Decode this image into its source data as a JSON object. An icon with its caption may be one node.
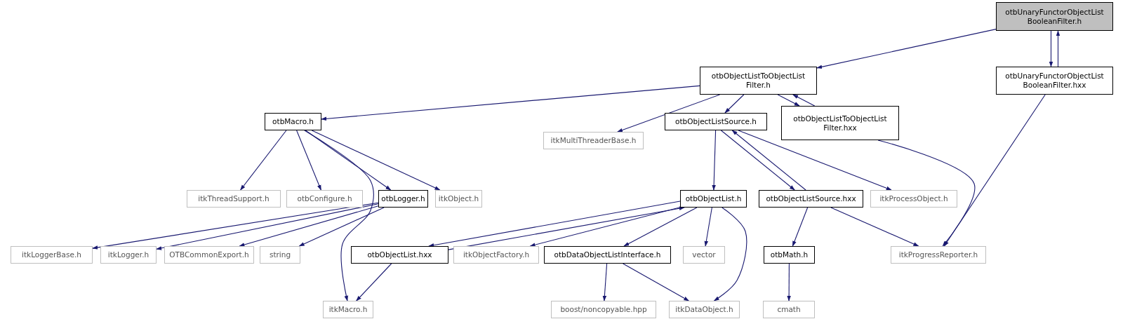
{
  "diagram": {
    "nodes": [
      {
        "text": [
          "otbUnaryFunctorObjectList BooleanFilter.h"
        ]
      },
      {
        "text": [
          "otbObjectListToObjectList Filter.h"
        ]
      },
      {
        "text": [
          "otbUnaryFunctorObjectList BooleanFilter.hxx"
        ]
      },
      {
        "text": [
          "otbMacro.h"
        ]
      },
      {
        "text": [
          "itkMultiThreaderBase.h"
        ]
      },
      {
        "text": [
          "otbObjectListSource.h"
        ]
      },
      {
        "text": [
          "otbObjectListToObjectList Filter.hxx"
        ]
      },
      {
        "text": [
          "itkThreadSupport.h"
        ]
      },
      {
        "text": [
          "otbConfigure.h"
        ]
      },
      {
        "text": [
          "otbLogger.h"
        ]
      },
      {
        "text": [
          "itkObject.h"
        ]
      },
      {
        "text": [
          "itkLoggerBase.h"
        ]
      },
      {
        "text": [
          "itkLogger.h"
        ]
      },
      {
        "text": [
          "OTBCommonExport.h"
        ]
      },
      {
        "text": [
          "string"
        ]
      },
      {
        "text": [
          "otbObjectList.h"
        ]
      },
      {
        "text": [
          "otbObjectListSource.hxx"
        ]
      },
      {
        "text": [
          "itkProcessObject.h"
        ]
      },
      {
        "text": [
          "otbObjectList.hxx"
        ]
      },
      {
        "text": [
          "itkObjectFactory.h"
        ]
      },
      {
        "text": [
          "otbDataObjectListInterface.h"
        ]
      },
      {
        "text": [
          "vector"
        ]
      },
      {
        "text": [
          "otbMath.h"
        ]
      },
      {
        "text": [
          "itkProgressReporter.h"
        ]
      },
      {
        "text": [
          "itkMacro.h"
        ]
      },
      {
        "text": [
          "boost/noncopyable.hpp"
        ]
      },
      {
        "text": [
          "itkDataObject.h"
        ]
      },
      {
        "text": [
          "cmath"
        ]
      }
    ],
    "edges": [
      {
        "from": 0,
        "to": 1,
        "arrow": "to"
      },
      {
        "from": 0,
        "to": 2,
        "arrow": "to"
      },
      {
        "from": 2,
        "to": 0,
        "arrow": "to"
      },
      {
        "from": 1,
        "to": 3,
        "arrow": "to"
      },
      {
        "from": 1,
        "to": 4,
        "arrow": "to"
      },
      {
        "from": 1,
        "to": 5,
        "arrow": "to"
      },
      {
        "from": 1,
        "to": 6,
        "arrow": "to"
      },
      {
        "from": 6,
        "to": 1,
        "arrow": "to"
      },
      {
        "from": 3,
        "to": 7,
        "arrow": "to"
      },
      {
        "from": 3,
        "to": 8,
        "arrow": "to"
      },
      {
        "from": 3,
        "to": 9,
        "arrow": "to"
      },
      {
        "from": 3,
        "to": 10,
        "arrow": "to"
      },
      {
        "from": 3,
        "to": 24,
        "arrow": "to"
      },
      {
        "from": 9,
        "to": 11,
        "arrow": "to"
      },
      {
        "from": 9,
        "to": 12,
        "arrow": "to"
      },
      {
        "from": 9,
        "to": 13,
        "arrow": "to"
      },
      {
        "from": 9,
        "to": 14,
        "arrow": "to"
      },
      {
        "from": 5,
        "to": 15,
        "arrow": "to"
      },
      {
        "from": 5,
        "to": 16,
        "arrow": "to"
      },
      {
        "from": 16,
        "to": 5,
        "arrow": "to"
      },
      {
        "from": 5,
        "to": 17,
        "arrow": "to"
      },
      {
        "from": 6,
        "to": 23,
        "arrow": "to"
      },
      {
        "from": 2,
        "to": 23,
        "arrow": "to"
      },
      {
        "from": 15,
        "to": 18,
        "arrow": "to"
      },
      {
        "from": 18,
        "to": 15,
        "arrow": "to"
      },
      {
        "from": 15,
        "to": 19,
        "arrow": "to"
      },
      {
        "from": 15,
        "to": 20,
        "arrow": "to"
      },
      {
        "from": 15,
        "to": 21,
        "arrow": "to"
      },
      {
        "from": 15,
        "to": 26,
        "arrow": "to"
      },
      {
        "from": 16,
        "to": 22,
        "arrow": "to"
      },
      {
        "from": 16,
        "to": 23,
        "arrow": "to"
      },
      {
        "from": 18,
        "to": 24,
        "arrow": "to"
      },
      {
        "from": 20,
        "to": 25,
        "arrow": "to"
      },
      {
        "from": 20,
        "to": 26,
        "arrow": "to"
      },
      {
        "from": 22,
        "to": 27,
        "arrow": "to"
      }
    ]
  }
}
